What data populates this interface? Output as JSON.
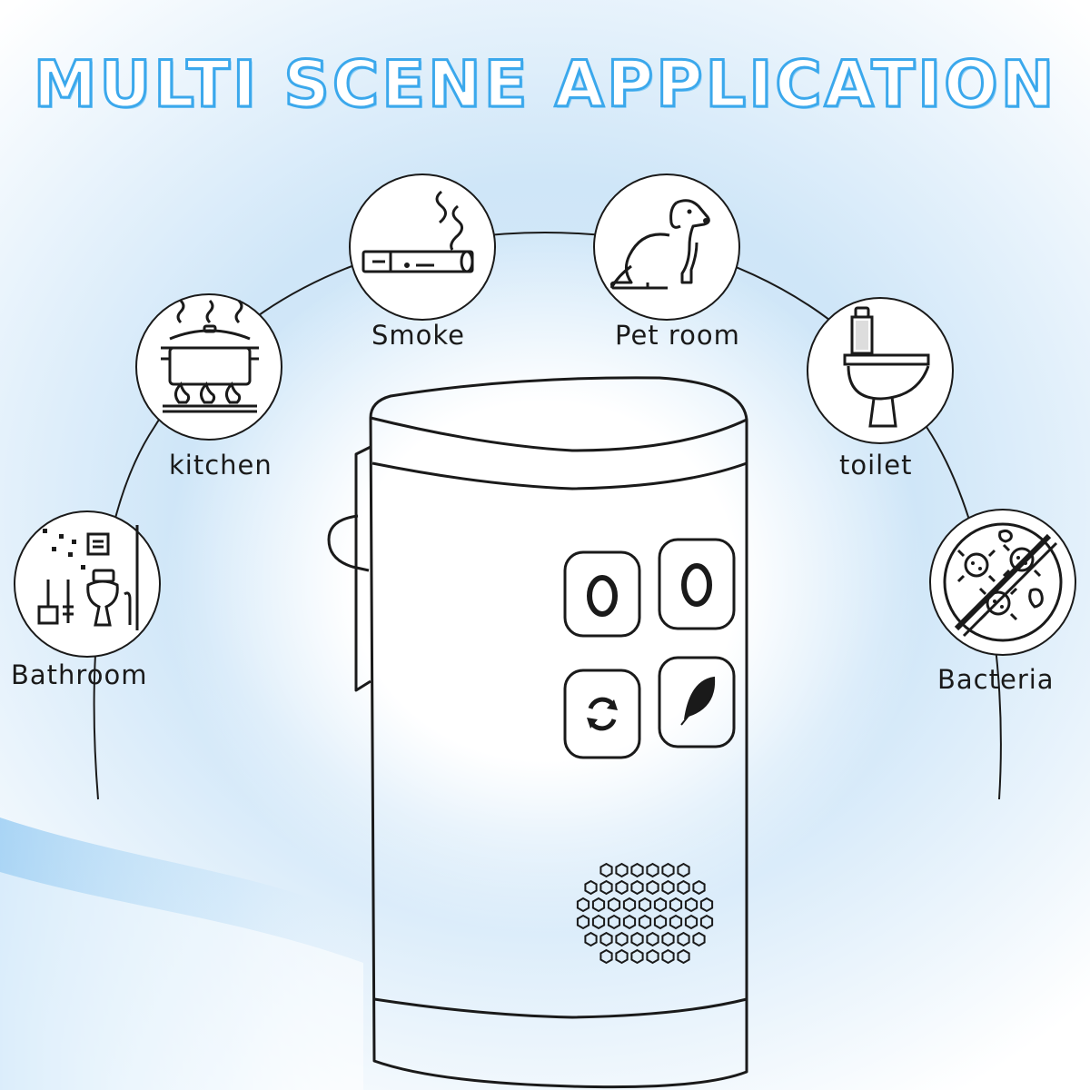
{
  "title": "MULTI SCENE APPLICATION",
  "scenes": [
    {
      "id": "bathroom",
      "label": "Bathroom",
      "icon": "bathroom-icon"
    },
    {
      "id": "kitchen",
      "label": "kitchen",
      "icon": "cooking-pot-icon"
    },
    {
      "id": "smoke",
      "label": "Smoke",
      "icon": "cigarette-icon"
    },
    {
      "id": "pet_room",
      "label": "Pet room",
      "icon": "dog-icon"
    },
    {
      "id": "toilet",
      "label": "toilet",
      "icon": "toilet-icon"
    },
    {
      "id": "bacteria",
      "label": "Bacteria",
      "icon": "no-bacteria-icon"
    }
  ],
  "device": {
    "buttons": [
      "ring-indicator-icon",
      "ring-indicator-icon",
      "refresh-icon",
      "leaf-icon"
    ]
  },
  "colors": {
    "title_outline": "#3ba8ec",
    "background_tint": "#d6ebfa",
    "line": "#1a1a1a"
  }
}
